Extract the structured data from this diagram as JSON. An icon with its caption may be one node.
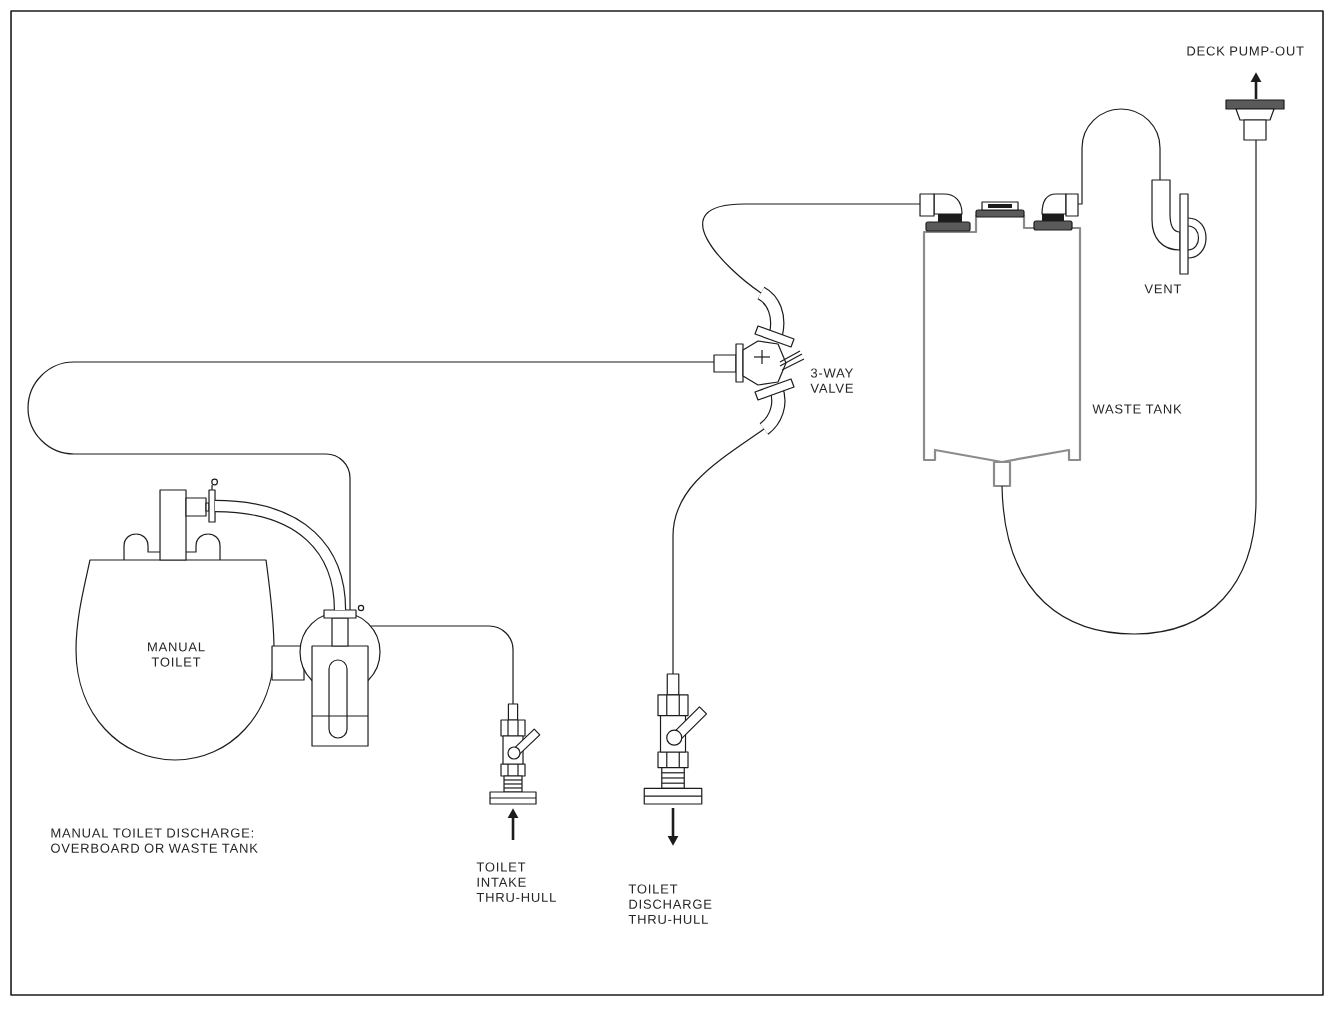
{
  "diagram": {
    "caption": "MANUAL TOILET DISCHARGE: OVERBOARD OR WASTE TANK",
    "nodes": [
      {
        "text": [
          "MANUAL TOILET"
        ]
      },
      {
        "text": [],
        "shape": "picture"
      },
      {
        "text": [
          "3-WAY VALVE"
        ]
      },
      {
        "text": [
          "TOILET INTAKE THRU-HULL"
        ]
      },
      {
        "text": [
          "TOILET DISCHARGE THRU-HULL"
        ]
      },
      {
        "text": [
          "WASTE TANK"
        ]
      },
      {
        "text": [
          "VENT"
        ]
      },
      {
        "text": [
          "DECK PUMP-OUT"
        ]
      }
    ],
    "edges": [
      {
        "from": 1,
        "to": 2,
        "arrow": "none"
      },
      {
        "from": 1,
        "to": 0,
        "arrow": "none",
        "style": "thick"
      },
      {
        "from": 1,
        "to": 3,
        "arrow": "none"
      },
      {
        "from": 2,
        "to": 4,
        "arrow": "none"
      },
      {
        "from": 2,
        "to": 5,
        "arrow": "none"
      },
      {
        "from": 5,
        "to": 6,
        "arrow": "none"
      },
      {
        "from": 5,
        "to": 7,
        "arrow": "none"
      }
    ]
  }
}
